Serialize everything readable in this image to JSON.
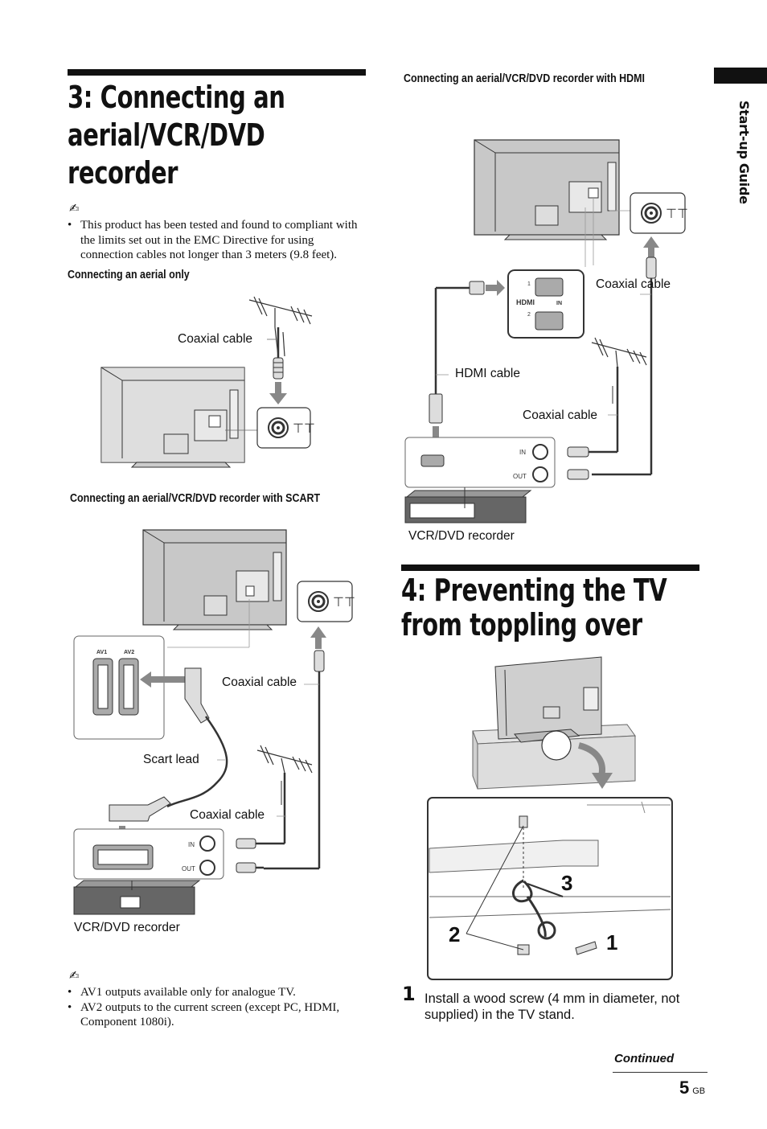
{
  "left": {
    "heading": [
      "3: Connecting an",
      "aerial/VCR/DVD",
      "recorder"
    ],
    "note_icon": "pencil-note-icon",
    "note_bullets": [
      "This product has been tested and found to compliant with the limits set out in the EMC Directive for using connection cables not longer than 3 meters (9.8 feet)."
    ],
    "aerial_only": {
      "title": "Connecting an aerial only",
      "coaxial_label": "Coaxial cable"
    },
    "scart": {
      "title": "Connecting an aerial/VCR/DVD recorder with SCART",
      "av1": "AV1",
      "av2": "AV2",
      "coaxial_top": "Coaxial cable",
      "scart_lead": "Scart lead",
      "coaxial_bottom": "Coaxial cable",
      "in_label": "IN",
      "out_label": "OUT",
      "recorder": "VCR/DVD recorder"
    },
    "bottom_bullets": [
      "AV1 outputs available only for analogue TV.",
      "AV2 outputs to the current screen (except PC, HDMI, Component 1080i)."
    ]
  },
  "right": {
    "hdmi": {
      "title": "Connecting an aerial/VCR/DVD recorder with HDMI",
      "coaxial_top": "Coaxial cable",
      "hdmi_logo": "HDMI",
      "hdmi_in": "IN",
      "port1": "1",
      "port2": "2",
      "hdmi_cable": "HDMI cable",
      "coaxial_bottom": "Coaxial cable",
      "in_label": "IN",
      "out_label": "OUT",
      "recorder": "VCR/DVD recorder"
    },
    "heading": [
      "4: Preventing the TV",
      "from toppling over"
    ],
    "callouts": [
      "3",
      "2",
      "1"
    ],
    "step_number": "1",
    "step_text": "Install a wood screw (4 mm in diameter, not supplied) in the TV stand."
  },
  "side_tab": "Start-up Guide",
  "footer": {
    "continued": "Continued",
    "page_number": "5",
    "page_suffix": "GB"
  }
}
